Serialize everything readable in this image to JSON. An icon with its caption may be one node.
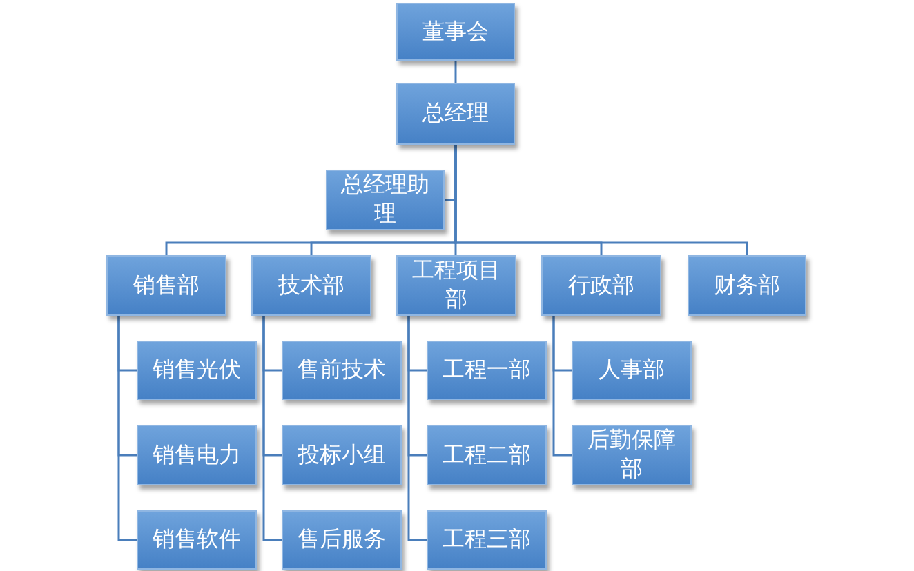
{
  "diagram": {
    "nodes": [
      {
        "text": [
          "董事会"
        ]
      },
      {
        "text": [
          "总经理"
        ]
      },
      {
        "text": [
          "总经理助理"
        ]
      },
      {
        "text": [
          "销售部"
        ]
      },
      {
        "text": [
          "技术部"
        ]
      },
      {
        "text": [
          "工程项目部"
        ]
      },
      {
        "text": [
          "行政部"
        ]
      },
      {
        "text": [
          "财务部"
        ]
      },
      {
        "text": [
          "销售光伏"
        ]
      },
      {
        "text": [
          "销售电力"
        ]
      },
      {
        "text": [
          "销售软件"
        ]
      },
      {
        "text": [
          "售前技术"
        ]
      },
      {
        "text": [
          "投标小组"
        ]
      },
      {
        "text": [
          "售后服务"
        ]
      },
      {
        "text": [
          "工程一部"
        ]
      },
      {
        "text": [
          "工程二部"
        ]
      },
      {
        "text": [
          "工程三部"
        ]
      },
      {
        "text": [
          "人事部"
        ]
      },
      {
        "text": [
          "后勤保障部"
        ]
      }
    ],
    "edges": [
      {
        "from": 0,
        "to": 1,
        "arrow": "none"
      },
      {
        "from": 1,
        "to": 2,
        "arrow": "none"
      },
      {
        "from": 1,
        "to": 3,
        "arrow": "none"
      },
      {
        "from": 1,
        "to": 4,
        "arrow": "none"
      },
      {
        "from": 1,
        "to": 5,
        "arrow": "none"
      },
      {
        "from": 1,
        "to": 6,
        "arrow": "none"
      },
      {
        "from": 1,
        "to": 7,
        "arrow": "none"
      },
      {
        "from": 3,
        "to": 8,
        "arrow": "none"
      },
      {
        "from": 3,
        "to": 9,
        "arrow": "none"
      },
      {
        "from": 3,
        "to": 10,
        "arrow": "none"
      },
      {
        "from": 4,
        "to": 11,
        "arrow": "none"
      },
      {
        "from": 4,
        "to": 12,
        "arrow": "none"
      },
      {
        "from": 4,
        "to": 13,
        "arrow": "none"
      },
      {
        "from": 5,
        "to": 14,
        "arrow": "none"
      },
      {
        "from": 5,
        "to": 15,
        "arrow": "none"
      },
      {
        "from": 5,
        "to": 16,
        "arrow": "none"
      },
      {
        "from": 6,
        "to": 17,
        "arrow": "none"
      },
      {
        "from": 6,
        "to": 18,
        "arrow": "none"
      }
    ]
  }
}
